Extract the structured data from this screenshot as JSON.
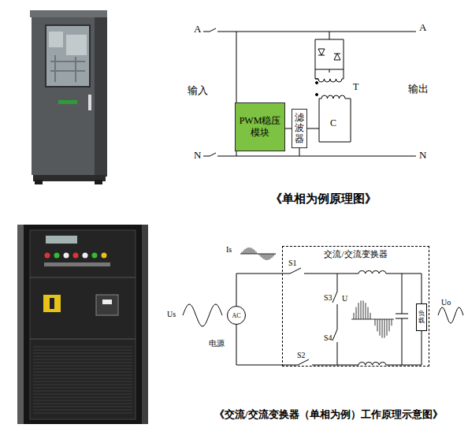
{
  "diagram": {
    "caption": "《交流/交流变换器（单相为例）工作原理示意图》",
    "nodes": [
      {
        "text": [
          "PWM稳压模块"
        ]
      },
      {
        "text": [
          "滤波器"
        ]
      },
      {
        "text": [
          "交流/交流变换器"
        ]
      },
      {
        "text": [
          "负载"
        ],
        "in": 2
      },
      {
        "text": [
          "AC",
          "电源"
        ]
      }
    ],
    "edges": [
      {
        "from": 0,
        "to": 1,
        "arrow": "none"
      },
      {
        "from": 4,
        "to": 2,
        "arrow": "none"
      }
    ],
    "labels": [
      "A",
      "A",
      "输入",
      "输出",
      "N",
      "N",
      "T",
      "C",
      "《单相为例原理图》",
      "Is",
      "S1",
      "S3",
      "U",
      "S4",
      "S2",
      "Us",
      "Uo"
    ]
  }
}
